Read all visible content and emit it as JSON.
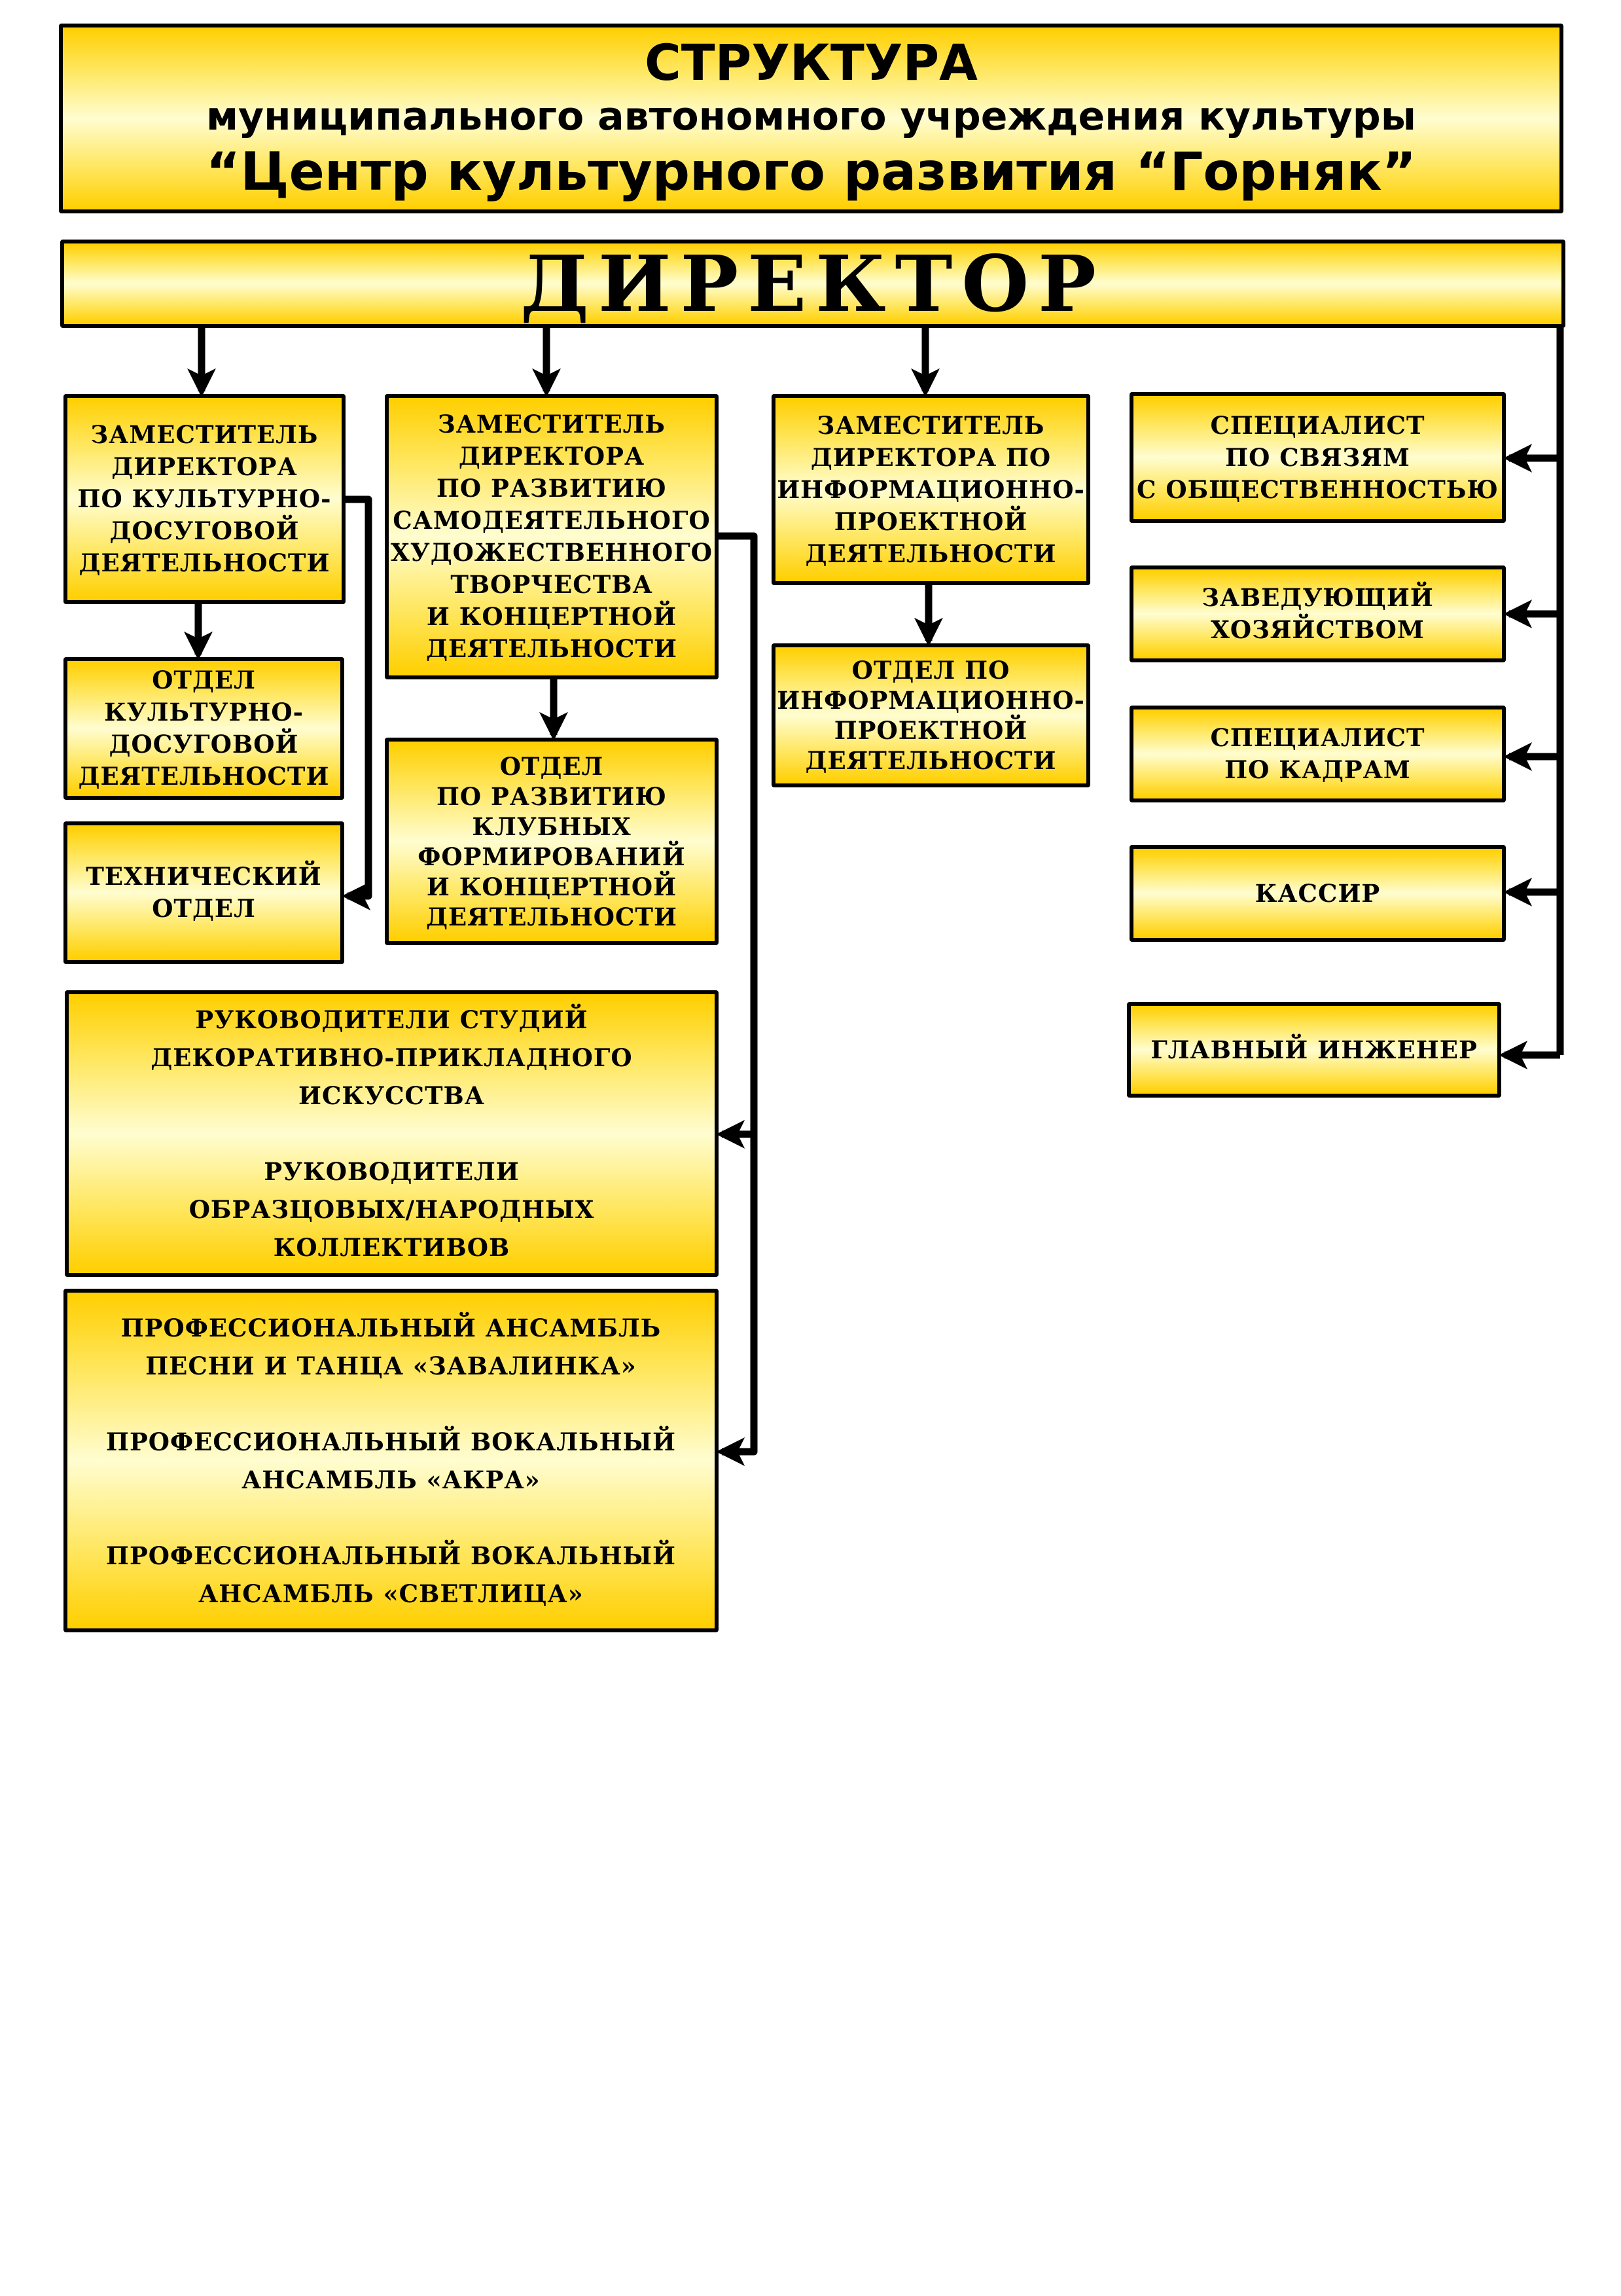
{
  "title": {
    "line1": "СТРУКТУРА",
    "line2": "муниципального автономного учреждения культуры",
    "line3": "“Центр культурного развития “Горняк”"
  },
  "director": "ДИРЕКТОР",
  "deputies": [
    "ЗАМЕСТИТЕЛЬ\nДИРЕКТОРА\nПО КУЛЬТУРНО-\nДОСУГОВОЙ\nДЕЯТЕЛЬНОСТИ",
    "ЗАМЕСТИТЕЛЬ\nДИРЕКТОРА\nПО РАЗВИТИЮ\nСАМОДЕЯТЕЛЬНОГО\nХУДОЖЕСТВЕННОГО\nТВОРЧЕСТВА\nИ КОНЦЕРТНОЙ\nДЕЯТЕЛЬНОСТИ",
    "ЗАМЕСТИТЕЛЬ\nДИРЕКТОРА ПО\nИНФОРМАЦИОННО-\nПРОЕКТНОЙ\nДЕЯТЕЛЬНОСТИ"
  ],
  "departments": {
    "cultural": "ОТДЕЛ\nКУЛЬТУРНО-\nДОСУГОВОЙ\nДЕЯТЕЛЬНОСТИ",
    "technical": "ТЕХНИЧЕСКИЙ\nОТДЕЛ",
    "clubs": "ОТДЕЛ\nПО РАЗВИТИЮ\nКЛУБНЫХ\nФОРМИРОВАНИЙ\nИ КОНЦЕРТНОЙ\nДЕЯТЕЛЬНОСТИ",
    "info": "ОТДЕЛ ПО\nИНФОРМАЦИОННО-\nПРОЕКТНОЙ\nДЕЯТЕЛЬНОСТИ",
    "studios": "РУКОВОДИТЕЛИ СТУДИЙ\nДЕКОРАТИВНО-ПРИКЛАДНОГО\nИСКУССТВА\n\nРУКОВОДИТЕЛИ\nОБРАЗЦОВЫХ/НАРОДНЫХ\nКОЛЛЕКТИВОВ",
    "ensembles": "ПРОФЕССИОНАЛЬНЫЙ АНСАМБЛЬ\nПЕСНИ И ТАНЦА «ЗАВАЛИНКА»\n\nПРОФЕССИОНАЛЬНЫЙ ВОКАЛЬНЫЙ\nАНСАМБЛЬ «АКРА»\n\nПРОФЕССИОНАЛЬНЫЙ ВОКАЛЬНЫЙ\nАНСАМБЛЬ «СВЕТЛИЦА»"
  },
  "specialists": [
    "СПЕЦИАЛИСТ\nПО СВЯЗЯМ\nС ОБЩЕСТВЕННОСТЬЮ",
    "ЗАВЕДУЮЩИЙ\nХОЗЯЙСТВОМ",
    "СПЕЦИАЛИСТ\nПО КАДРАМ",
    "КАССИР",
    "ГЛАВНЫЙ ИНЖЕНЕР"
  ]
}
